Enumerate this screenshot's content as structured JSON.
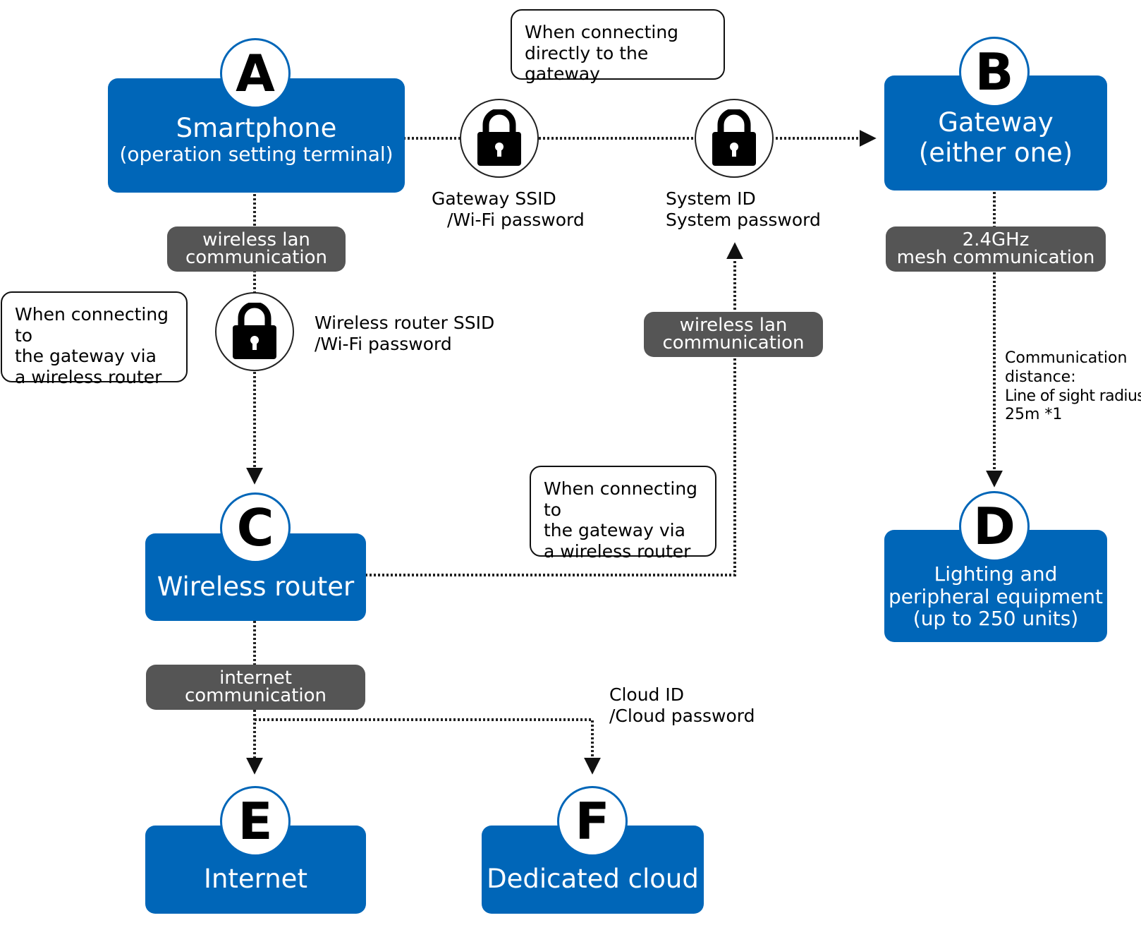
{
  "nodes": {
    "a": {
      "letter": "A",
      "title": "Smartphone",
      "subtitle": "(operation setting terminal)"
    },
    "b": {
      "letter": "B",
      "title": "Gateway",
      "subtitle": "(either one)"
    },
    "c": {
      "letter": "C",
      "title": "Wireless router"
    },
    "d": {
      "letter": "D",
      "line1": "Lighting and",
      "line2": "peripheral equipment",
      "line3": "(up to 250 units)"
    },
    "e": {
      "letter": "E",
      "title": "Internet"
    },
    "f": {
      "letter": "F",
      "title": "Dedicated cloud"
    }
  },
  "notes": {
    "direct": {
      "line1": "When connecting",
      "line2": "directly to the gateway"
    },
    "via_router_left": {
      "line1": "When connecting to",
      "line2": "the gateway via",
      "line3": "a wireless router"
    },
    "via_router_mid": {
      "line1": "When connecting to",
      "line2": "the gateway via",
      "line3": "a wireless router"
    }
  },
  "pills": {
    "wlan_left": {
      "line1": "wireless lan",
      "line2": "communication"
    },
    "wlan_mid": {
      "line1": "wireless lan",
      "line2": "communication"
    },
    "mesh": {
      "line1": "2.4GHz",
      "line2": "mesh communication"
    },
    "internet": {
      "line1": "internet",
      "line2": "communication"
    }
  },
  "labels": {
    "gateway_ssid": {
      "line1": "Gateway SSID",
      "line2": "/Wi-Fi password"
    },
    "system_id": {
      "line1": "System ID",
      "line2": "System password"
    },
    "router_ssid": {
      "line1": "Wireless router SSID",
      "line2": "/Wi-Fi password"
    },
    "cloud_id": {
      "line1": "Cloud ID",
      "line2": "/Cloud password"
    },
    "distance": {
      "line1": "Communication",
      "line2": "distance:",
      "line3": "Line of sight radius",
      "line4": "25m *1"
    }
  },
  "icons": [
    "lock-icon",
    "lock-icon",
    "lock-icon"
  ],
  "colors": {
    "node_blue": "#0066b8",
    "pill_gray": "#555555",
    "line": "#222222"
  }
}
